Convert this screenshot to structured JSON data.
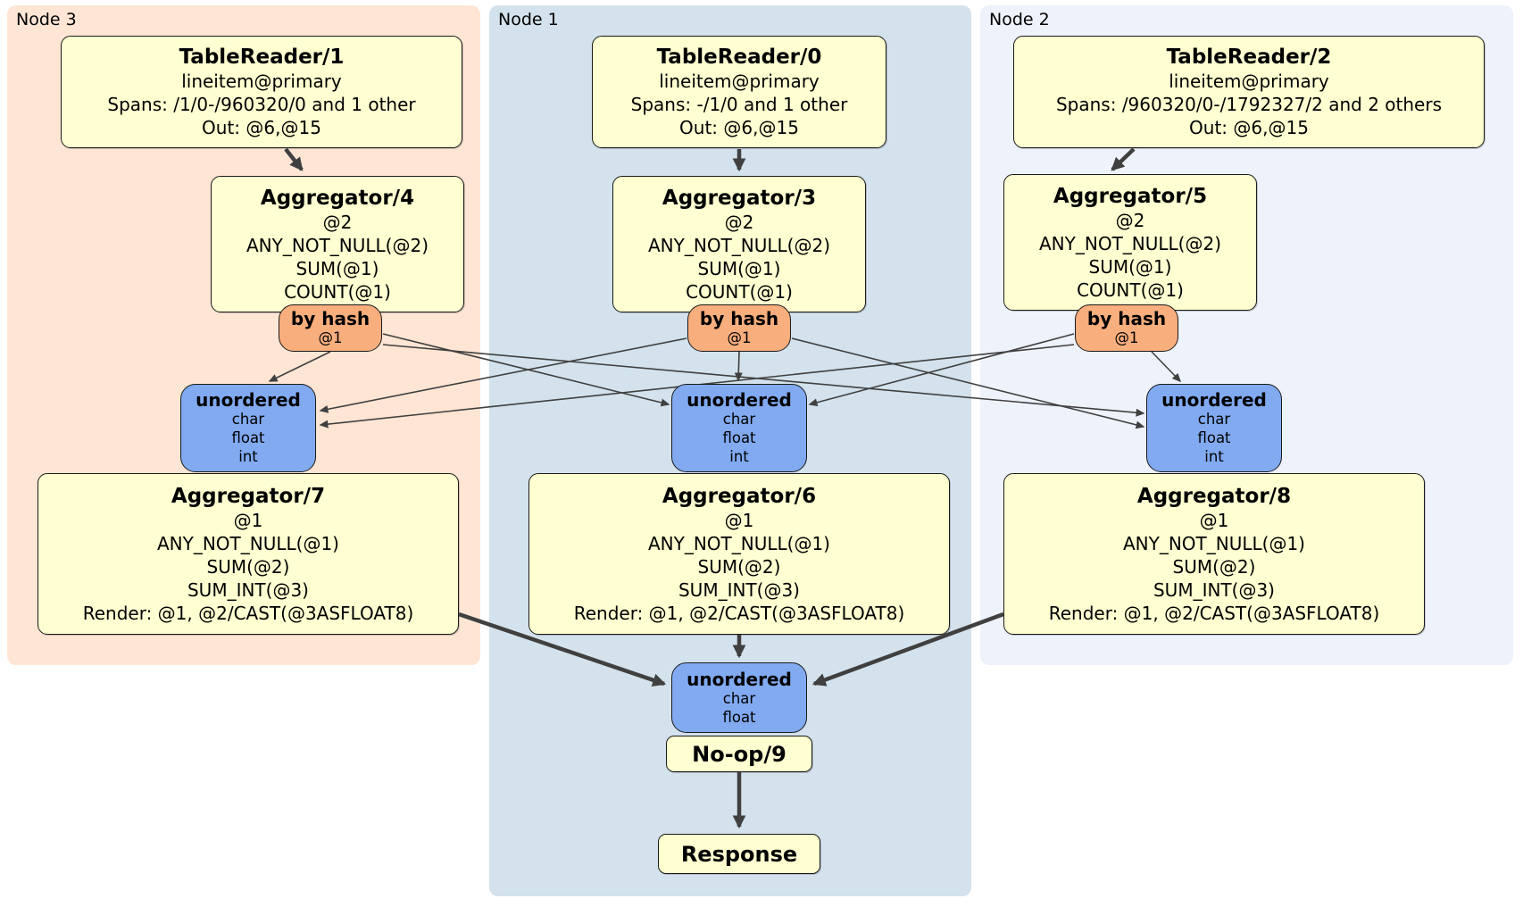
{
  "colors": {
    "node3_bg": "#fee5d4",
    "node1_bg": "#d3e2ec",
    "node2_bg": "#eef2fb",
    "processor_fill": "#ffffd1",
    "router_fill": "#f9ae7d",
    "sync_fill": "#81aaf1",
    "edge_color": "#404040",
    "box_border": "#1a1a1a"
  },
  "panels": [
    {
      "label": "Node 3",
      "table_reader": {
        "title": "TableReader/1",
        "lines": [
          "lineitem@primary",
          "Spans: /1/0-/960320/0 and 1 other",
          "Out: @6,@15"
        ]
      },
      "aggregator_top": {
        "title": "Aggregator/4",
        "lines": [
          "@2",
          "ANY_NOT_NULL(@2)",
          "SUM(@1)",
          "COUNT(@1)"
        ]
      },
      "hash_router": {
        "title": "by hash",
        "lines": [
          "@1"
        ]
      },
      "sync": {
        "title": "unordered",
        "lines": [
          "char",
          "float",
          "int"
        ]
      },
      "aggregator_bottom": {
        "title": "Aggregator/7",
        "lines": [
          "@1",
          "ANY_NOT_NULL(@1)",
          "SUM(@2)",
          "SUM_INT(@3)",
          "Render: @1, @2/CAST(@3ASFLOAT8)"
        ]
      }
    },
    {
      "label": "Node 1",
      "table_reader": {
        "title": "TableReader/0",
        "lines": [
          "lineitem@primary",
          "Spans: -/1/0 and 1 other",
          "Out: @6,@15"
        ]
      },
      "aggregator_top": {
        "title": "Aggregator/3",
        "lines": [
          "@2",
          "ANY_NOT_NULL(@2)",
          "SUM(@1)",
          "COUNT(@1)"
        ]
      },
      "hash_router": {
        "title": "by hash",
        "lines": [
          "@1"
        ]
      },
      "sync": {
        "title": "unordered",
        "lines": [
          "char",
          "float",
          "int"
        ]
      },
      "aggregator_bottom": {
        "title": "Aggregator/6",
        "lines": [
          "@1",
          "ANY_NOT_NULL(@1)",
          "SUM(@2)",
          "SUM_INT(@3)",
          "Render: @1, @2/CAST(@3ASFLOAT8)"
        ]
      }
    },
    {
      "label": "Node 2",
      "table_reader": {
        "title": "TableReader/2",
        "lines": [
          "lineitem@primary",
          "Spans: /960320/0-/1792327/2 and 2 others",
          "Out: @6,@15"
        ]
      },
      "aggregator_top": {
        "title": "Aggregator/5",
        "lines": [
          "@2",
          "ANY_NOT_NULL(@2)",
          "SUM(@1)",
          "COUNT(@1)"
        ]
      },
      "hash_router": {
        "title": "by hash",
        "lines": [
          "@1"
        ]
      },
      "sync": {
        "title": "unordered",
        "lines": [
          "char",
          "float",
          "int"
        ]
      },
      "aggregator_bottom": {
        "title": "Aggregator/8",
        "lines": [
          "@1",
          "ANY_NOT_NULL(@1)",
          "SUM(@2)",
          "SUM_INT(@3)",
          "Render: @1, @2/CAST(@3ASFLOAT8)"
        ]
      }
    }
  ],
  "output_chain": {
    "final_sync": {
      "title": "unordered",
      "lines": [
        "char",
        "float"
      ]
    },
    "noop": {
      "title": "No-op/9"
    },
    "response": {
      "title": "Response"
    }
  }
}
